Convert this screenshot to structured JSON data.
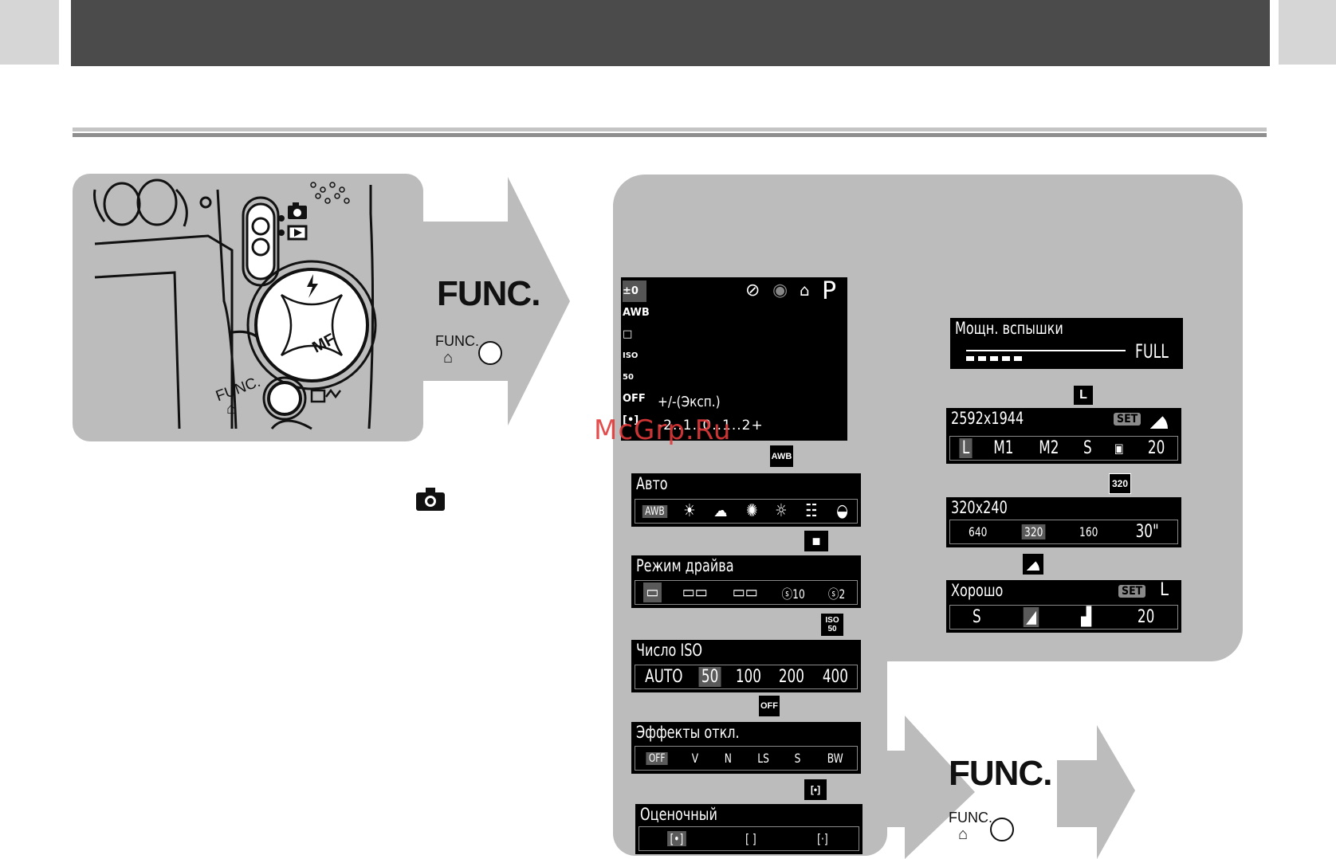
{
  "camera_back": {
    "func_label": "FUNC.",
    "mf_label": "MF"
  },
  "arrow1": {
    "func_big": "FUNC.",
    "func_small": "FUNC."
  },
  "lcd": {
    "mode": "P",
    "side_icons": [
      "±0",
      "AWB",
      "□",
      "ISO 50",
      "OFF",
      "[•]"
    ],
    "exposure_label": "+/-(Эксп.)",
    "scale": "-2..1..0..1..2+"
  },
  "watermark": "McGrp.Ru",
  "menus_left": [
    {
      "icon": "AWB",
      "title": "Авто",
      "options": [
        "AWB",
        "☀",
        "☁",
        "✺",
        "☼",
        "☷",
        "◒"
      ],
      "selected": 0
    },
    {
      "icon": "■",
      "title": "Режим драйва",
      "options": [
        "▭",
        "▭▭",
        "▭▭",
        "ⓢ10",
        "ⓢ2"
      ],
      "selected": 0
    },
    {
      "icon": "ISO 50",
      "title": "Число ISO",
      "options": [
        "AUTO",
        "50",
        "100",
        "200",
        "400"
      ],
      "selected": 1
    },
    {
      "icon": "OFF",
      "title": "Эффекты откл.",
      "options": [
        "OFF",
        "V",
        "N",
        "LS",
        "S",
        "BW"
      ],
      "selected": 0
    },
    {
      "icon": "[•]",
      "title": "Оценочный",
      "options": [
        "[•]",
        "[ ]",
        "[·]"
      ],
      "selected": 0
    }
  ],
  "menus_right": [
    {
      "icon": "",
      "title": "Мощн. вспышки",
      "value": "FULL"
    },
    {
      "icon": "L",
      "title": "2592x1944",
      "set": "SET",
      "options": [
        "L",
        "M1",
        "M2",
        "S",
        "▣",
        "20"
      ],
      "selected": 0
    },
    {
      "icon": "320",
      "title": "320x240",
      "options": [
        "640",
        "320",
        "160",
        "30\""
      ],
      "selected": 1
    },
    {
      "icon": "◢",
      "title": "Хорошо",
      "set": "SET",
      "extra": "L",
      "options": [
        "S",
        "◢",
        "▟",
        "20"
      ],
      "selected": 1
    }
  ],
  "arrow2": {
    "func_big": "FUNC.",
    "func_small": "FUNC."
  },
  "colors": {
    "banner": "#4b4b4b",
    "panel": "#bcbcbc",
    "lcd": "#000000"
  }
}
